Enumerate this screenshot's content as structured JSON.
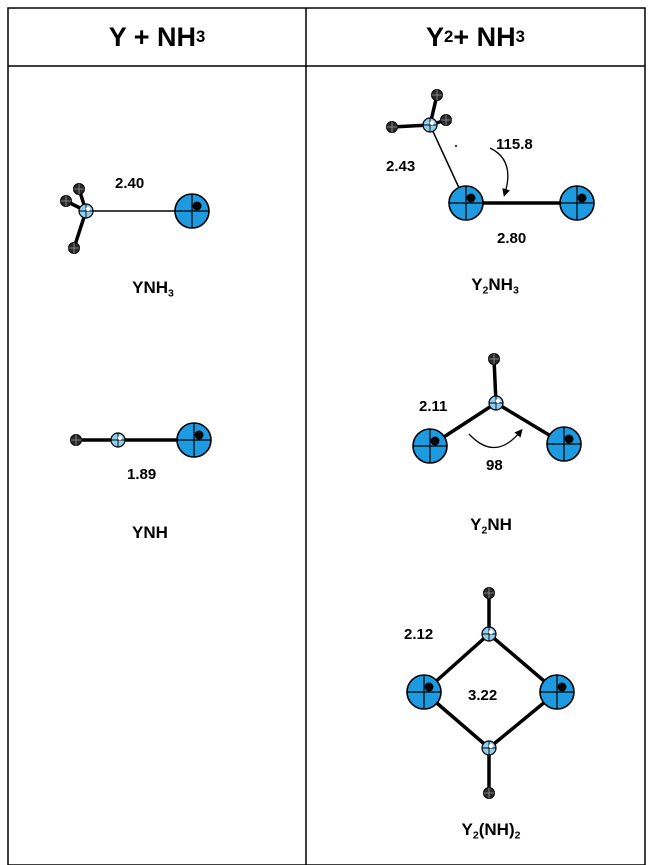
{
  "headers": {
    "left": {
      "main": "Y + NH",
      "sub": "3"
    },
    "right": {
      "main": "Y",
      "sub1": "2",
      "mid": " + NH",
      "sub2": "3"
    }
  },
  "molecules": {
    "ynh3": {
      "name": "YNH",
      "name_sub": "3",
      "bond_length": "2.40"
    },
    "ynh": {
      "name": "YNH",
      "bond_length": "1.89"
    },
    "y2nh3": {
      "name_a": "Y",
      "name_sub1": "2",
      "name_b": "NH",
      "name_sub2": "3",
      "yn_length": "2.43",
      "angle": "115.8",
      "yy_length": "2.80"
    },
    "y2nh": {
      "name_a": "Y",
      "name_sub1": "2",
      "name_b": "NH",
      "yn_length": "2.11",
      "angle": "98"
    },
    "y2nh2": {
      "name_a": "Y",
      "name_sub1": "2",
      "name_b": "(NH)",
      "name_sub2": "2",
      "yn_length": "2.12",
      "yy_length": "3.22"
    }
  },
  "colors": {
    "yttrium": "#1e9be0",
    "nitrogen": "#8fd0f2",
    "hydrogen": "#2a2a2a",
    "bond": "#000000",
    "grid": "#000000"
  }
}
